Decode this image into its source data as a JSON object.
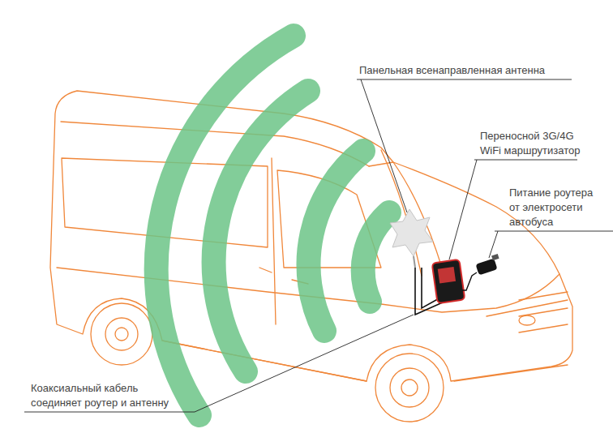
{
  "diagram": {
    "labels": [
      "Панельная всенаправленная антенна",
      "Переносной 3G/4G WiFi маршрутизатор",
      "Питание роутера от электросети автобуса",
      "Коаксиальный кабель соединяет роутер и антенну"
    ]
  }
}
